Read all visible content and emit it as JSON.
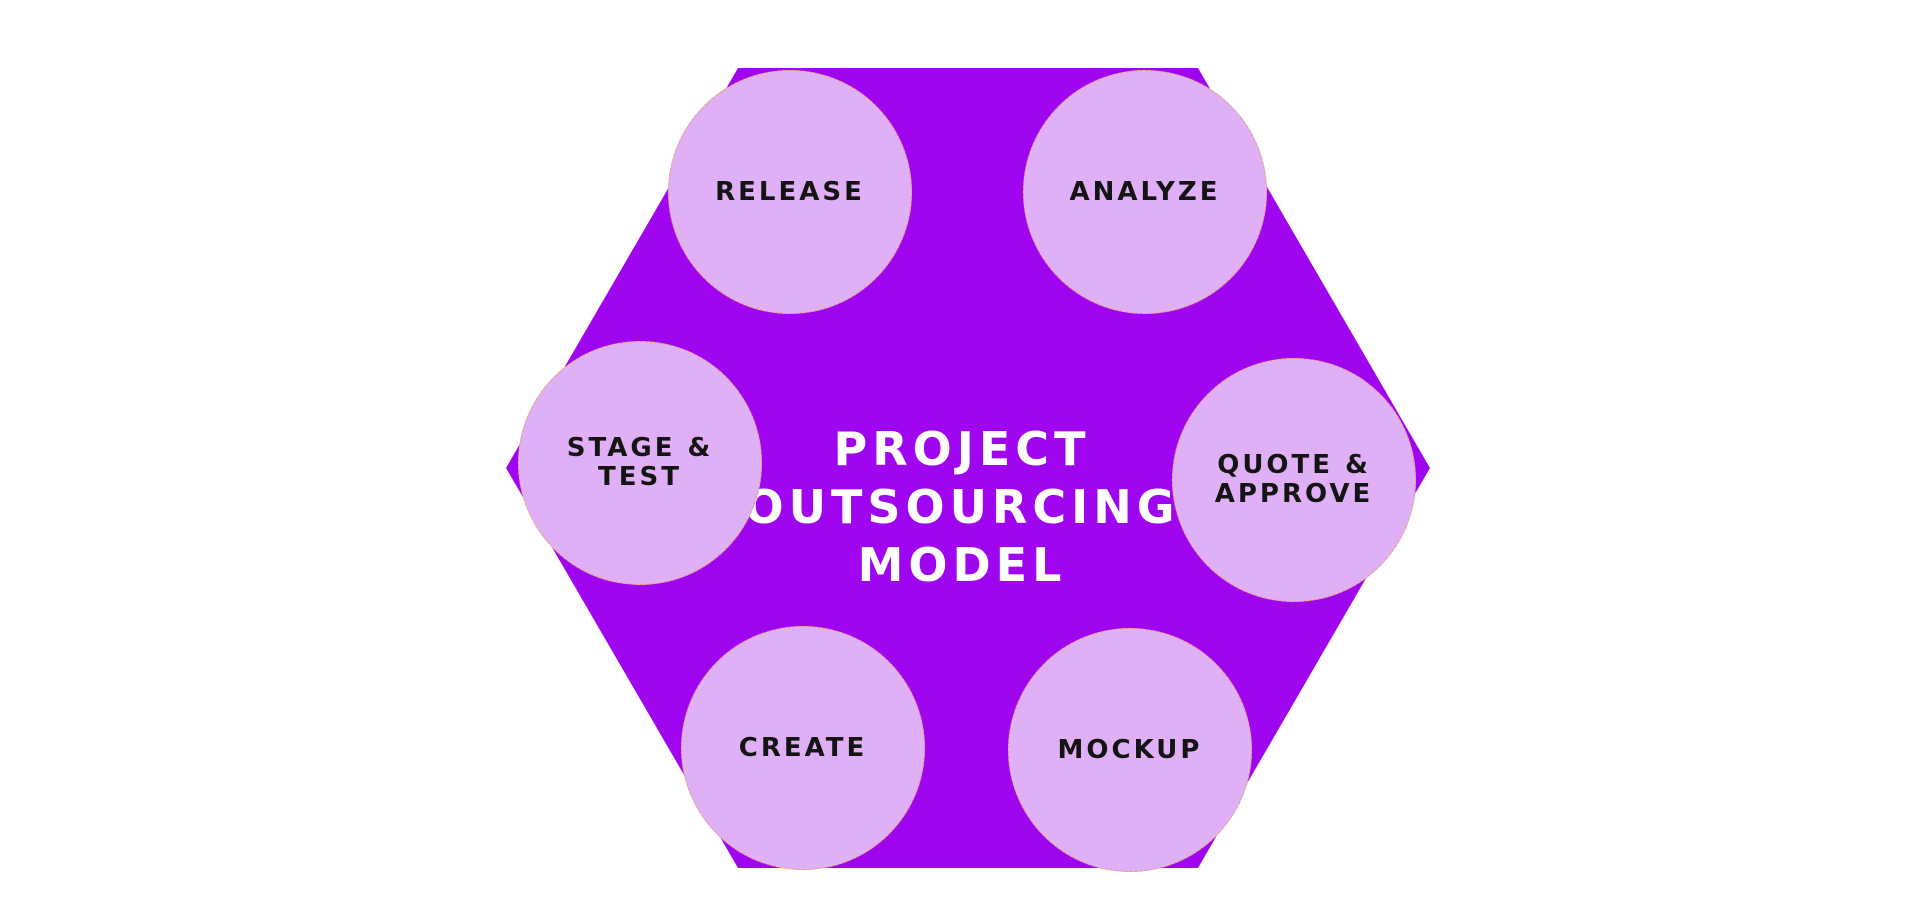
{
  "diagram": {
    "title": "PROJECT\nOUTSOURCING\nMODEL",
    "colors": {
      "hexagon": "#a005f0",
      "node_fill": "#dfb0f5",
      "node_border": "#e8a06a",
      "title_text": "#ffffff",
      "node_text": "#141414"
    },
    "steps": [
      {
        "id": "release",
        "label": "RELEASE"
      },
      {
        "id": "analyze",
        "label": "ANALYZE"
      },
      {
        "id": "stage-test",
        "label": "STAGE &\nTEST"
      },
      {
        "id": "quote-approve",
        "label": "QUOTE &\nAPPROVE"
      },
      {
        "id": "create",
        "label": "CREATE"
      },
      {
        "id": "mockup",
        "label": "MOCKUP"
      }
    ]
  }
}
